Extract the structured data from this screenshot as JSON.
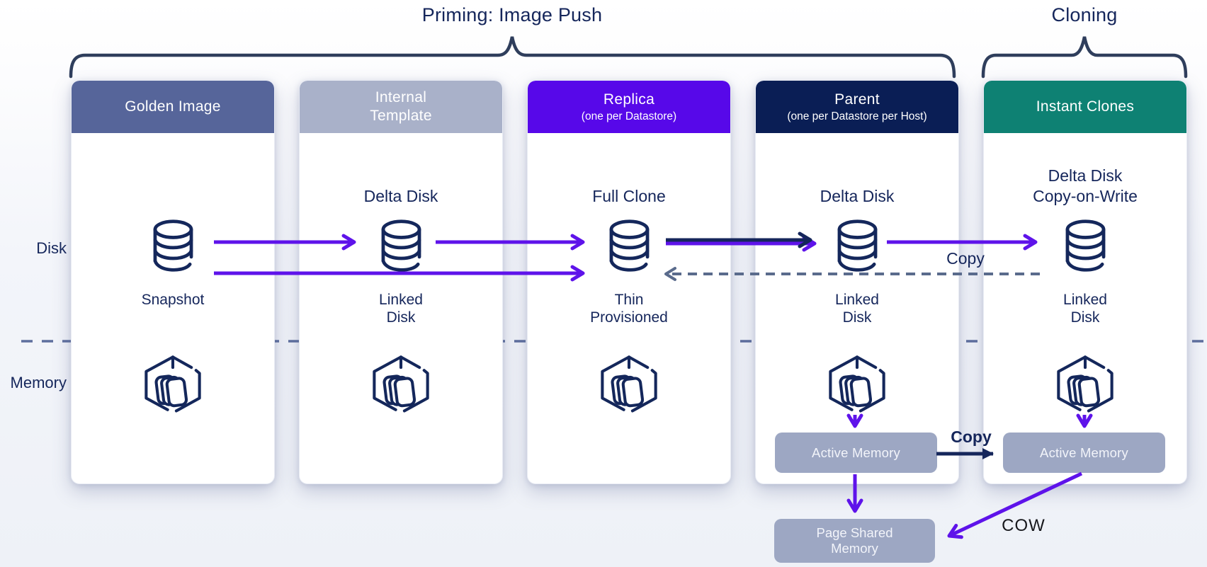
{
  "titles": {
    "priming": "Priming: Image Push",
    "cloning": "Cloning"
  },
  "row_labels": {
    "disk": "Disk",
    "memory": "Memory"
  },
  "cards": [
    {
      "header": "Golden Image",
      "header_sub": "",
      "header_color": "#56659A",
      "disk_title": "",
      "disk_label": "Snapshot"
    },
    {
      "header": "Internal\nTemplate",
      "header_sub": "",
      "header_color": "#A9B1C9",
      "disk_title": "Delta Disk",
      "disk_label": "Linked\nDisk"
    },
    {
      "header": "Replica",
      "header_sub": "(one per Datastore)",
      "header_color": "#5708E9",
      "disk_title": "Full Clone",
      "disk_label": "Thin\nProvisioned"
    },
    {
      "header": "Parent",
      "header_sub": "(one per Datastore per Host)",
      "header_color": "#0A1E55",
      "disk_title": "Delta Disk",
      "disk_label": "Linked\nDisk",
      "memory_box": "Active Memory"
    },
    {
      "header": "Instant Clones",
      "header_sub": "",
      "header_color": "#0E8173",
      "disk_title": "Delta Disk\nCopy-on-Write",
      "disk_label": "Linked\nDisk",
      "memory_box": "Active Memory"
    }
  ],
  "annotations": {
    "copy_disk": "Copy",
    "copy_memory": "Copy",
    "cow": "COW"
  },
  "shared_memory_box": {
    "label": "Page Shared\nMemory"
  },
  "icons": {
    "disk": "database-cylinder-icon",
    "memory": "memory-cube-icon"
  },
  "colors": {
    "arrow_purple": "#5E13EA",
    "navy": "#15265B",
    "dashed_slate": "#5A6B8C",
    "memory_box_bg": "#9DA7C3",
    "divider": "#5E6F9E",
    "brace": "#2F3E5C",
    "cow_text": "#17181C"
  }
}
